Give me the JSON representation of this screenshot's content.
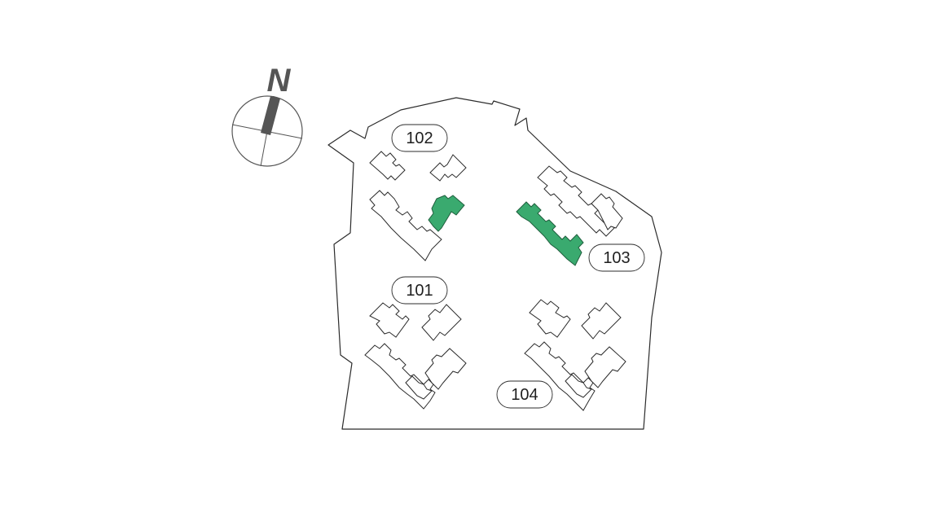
{
  "compass": {
    "letter": "N",
    "icon": "north-arrow-icon"
  },
  "sections": [
    {
      "label": "102",
      "selected": false
    },
    {
      "label": "103",
      "selected": true
    },
    {
      "label": "101",
      "selected": false
    },
    {
      "label": "104",
      "selected": false
    }
  ],
  "colors": {
    "selected_fill": "#3aaa6f",
    "outline": "#2b2b2b",
    "compass": "#555555"
  }
}
